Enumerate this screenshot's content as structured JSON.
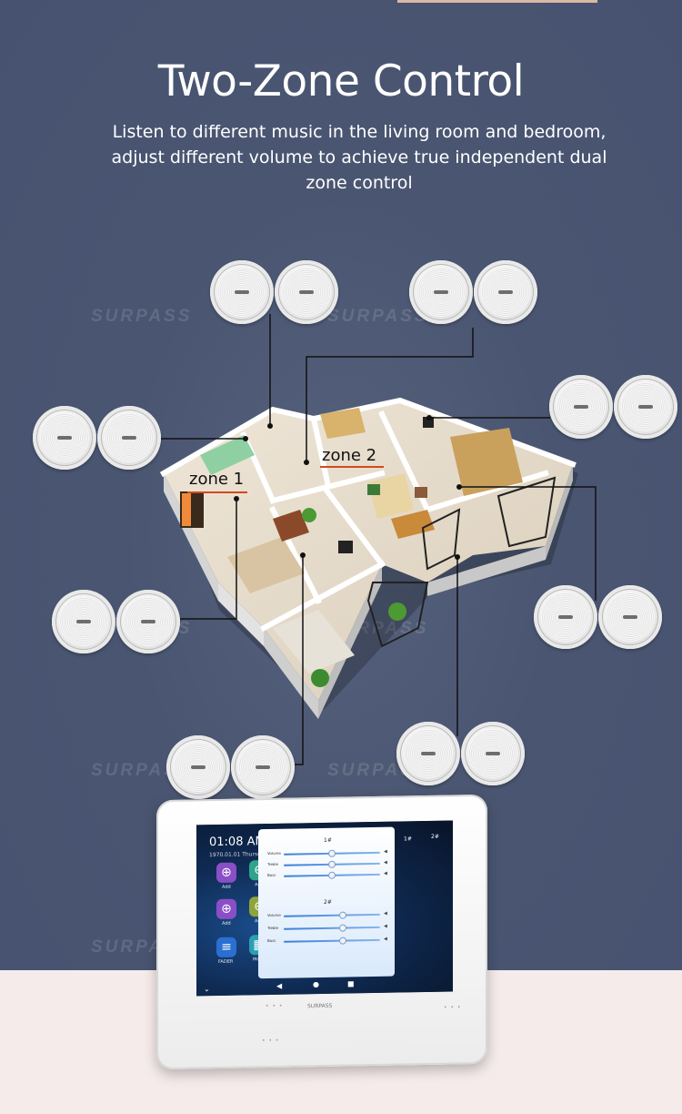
{
  "header": {
    "title": "Two-Zone Control",
    "subtitle": "Listen to different music in the living room and bedroom, adjust different volume to achieve true independent dual zone control"
  },
  "watermark": "SURPASS",
  "zones": {
    "zone1": "zone 1",
    "zone2": "zone 2"
  },
  "tablet": {
    "clock": "01:08 AM",
    "date": "1970.01.01 Thursday",
    "apps": [
      "Add",
      "Add",
      "Add",
      "Add",
      "FADER",
      "More"
    ],
    "panel_zone1": "1#",
    "panel_zone2": "2#",
    "tab1": "1#",
    "tab2": "2#",
    "sliders_zone1": [
      "Volume",
      "Treble",
      "Bass"
    ],
    "sliders_zone2": [
      "Volume",
      "Treble",
      "Bass"
    ],
    "brand": "SURPASS"
  },
  "colors": {
    "background": "#4a5671",
    "floor": "#f6ebeb",
    "zone_underline": "#d14a1e"
  }
}
